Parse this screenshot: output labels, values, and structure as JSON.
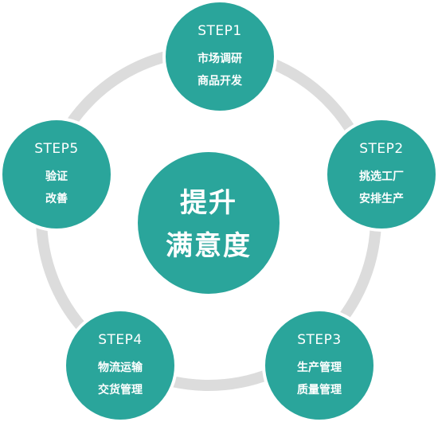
{
  "center": {
    "line1": "提升",
    "line2": "满意度"
  },
  "steps": [
    {
      "title": "STEP1",
      "line1": "市场调研",
      "line2": "商品开发"
    },
    {
      "title": "STEP2",
      "line1": "挑选工厂",
      "line2": "安排生产"
    },
    {
      "title": "STEP3",
      "line1": "生产管理",
      "line2": "质量管理"
    },
    {
      "title": "STEP4",
      "line1": "物流运输",
      "line2": "交货管理"
    },
    {
      "title": "STEP5",
      "line1": "验证",
      "line2": "改善"
    }
  ],
  "colors": {
    "node": "#2aa59b",
    "ring": "#dcdcdc",
    "text": "#ffffff"
  }
}
